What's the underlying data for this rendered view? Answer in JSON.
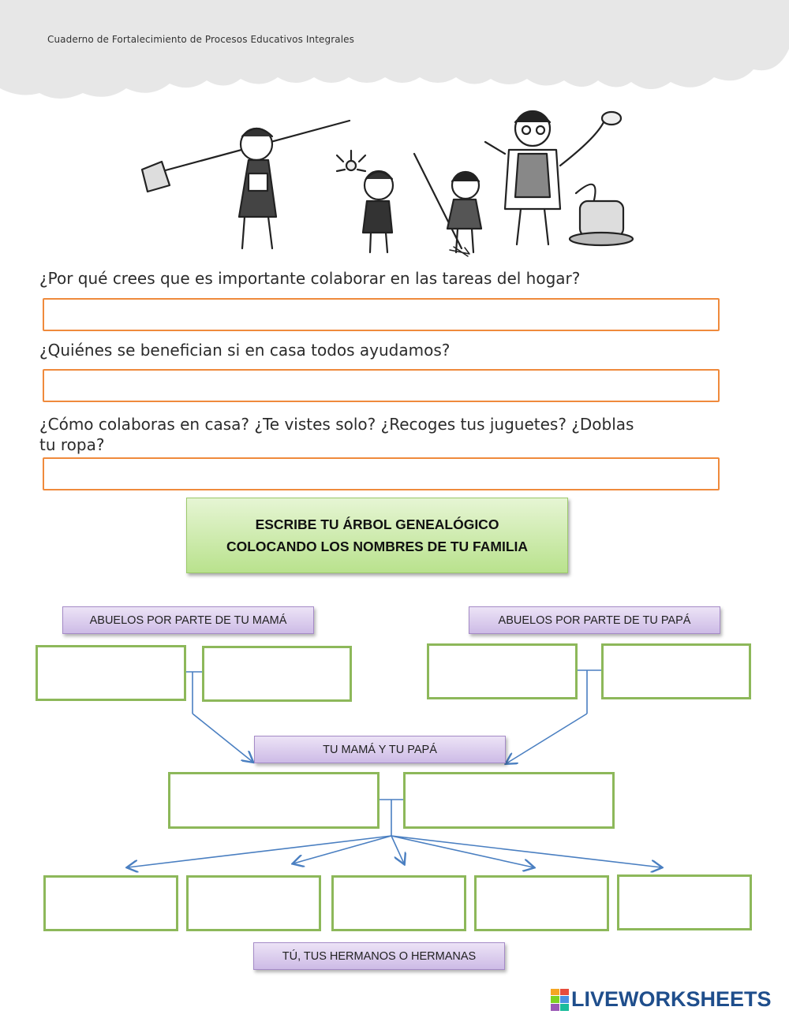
{
  "header": {
    "subtitle": "Cuaderno de Fortalecimiento de Procesos Educativos Integrales"
  },
  "illustration": {
    "icon": "family-chores-illustration"
  },
  "questions": [
    {
      "text": "¿Por qué crees que es importante colaborar en las tareas del hogar?",
      "answer": ""
    },
    {
      "text": "¿Quiénes se benefician si en casa todos ayudamos?",
      "answer": ""
    },
    {
      "text_line1": "¿Cómo colaboras en casa?  ¿Te vistes solo? ¿Recoges tus juguetes? ¿Doblas",
      "text_line2": "tu ropa?",
      "answer": ""
    }
  ],
  "tree": {
    "title_line1": "ESCRIBE TU ÁRBOL GENEALÓGICO",
    "title_line2": "COLOCANDO LOS NOMBRES DE TU FAMILIA",
    "maternal_label": "ABUELOS POR PARTE DE TU MAMÁ",
    "paternal_label": "ABUELOS POR PARTE DE TU PAPÁ",
    "parents_label": "TU MAMÁ Y TU PAPÁ",
    "siblings_label": "TÚ, TUS HERMANOS O HERMANAS"
  },
  "brand": {
    "logo_text": "LIVEWORKSHEETS",
    "color": "#1f4e8c"
  },
  "colors": {
    "answer_border": "#ef8a3c",
    "name_box_border": "#8db85a",
    "arrow": "#4a7fc1"
  }
}
